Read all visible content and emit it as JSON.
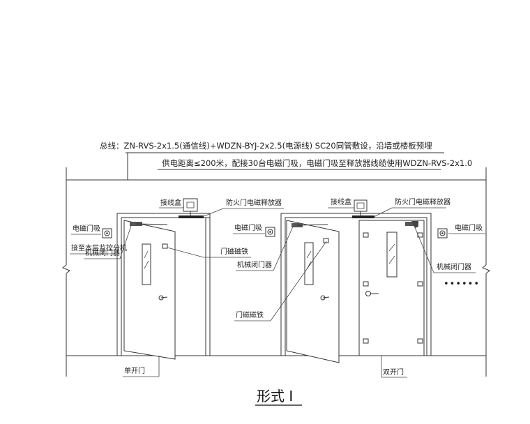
{
  "cable_spec": {
    "line1": "总线：ZN-RVS-2x1.5(通信线)+WDZN-BYJ-2x2.5(电源线) SC20同管敷设，沿墙或楼板预埋",
    "line2": "供电距离≤200米，配接30台电磁门吸，电磁门吸至释放器线缆使用WDZN-RVS-2x1.0"
  },
  "left": {
    "junction_box": "接线盒",
    "releaser": "防火门电磁释放器",
    "door_holder": "电磁门吸",
    "monitor": "接至本层监控分机",
    "closer": "机械闭门器",
    "magnet": "门磁磁铁",
    "door_type": "单开门"
  },
  "right": {
    "junction_box": "接线盒",
    "releaser": "防火门电磁释放器",
    "door_holder_left": "电磁门吸",
    "door_holder_right": "电磁门吸",
    "closer_left": "机械闭门器",
    "closer_right": "机械闭门器",
    "magnet": "门磁磁铁",
    "door_type": "双开门",
    "ellipsis": "••••••"
  },
  "form_title": "形式 I"
}
